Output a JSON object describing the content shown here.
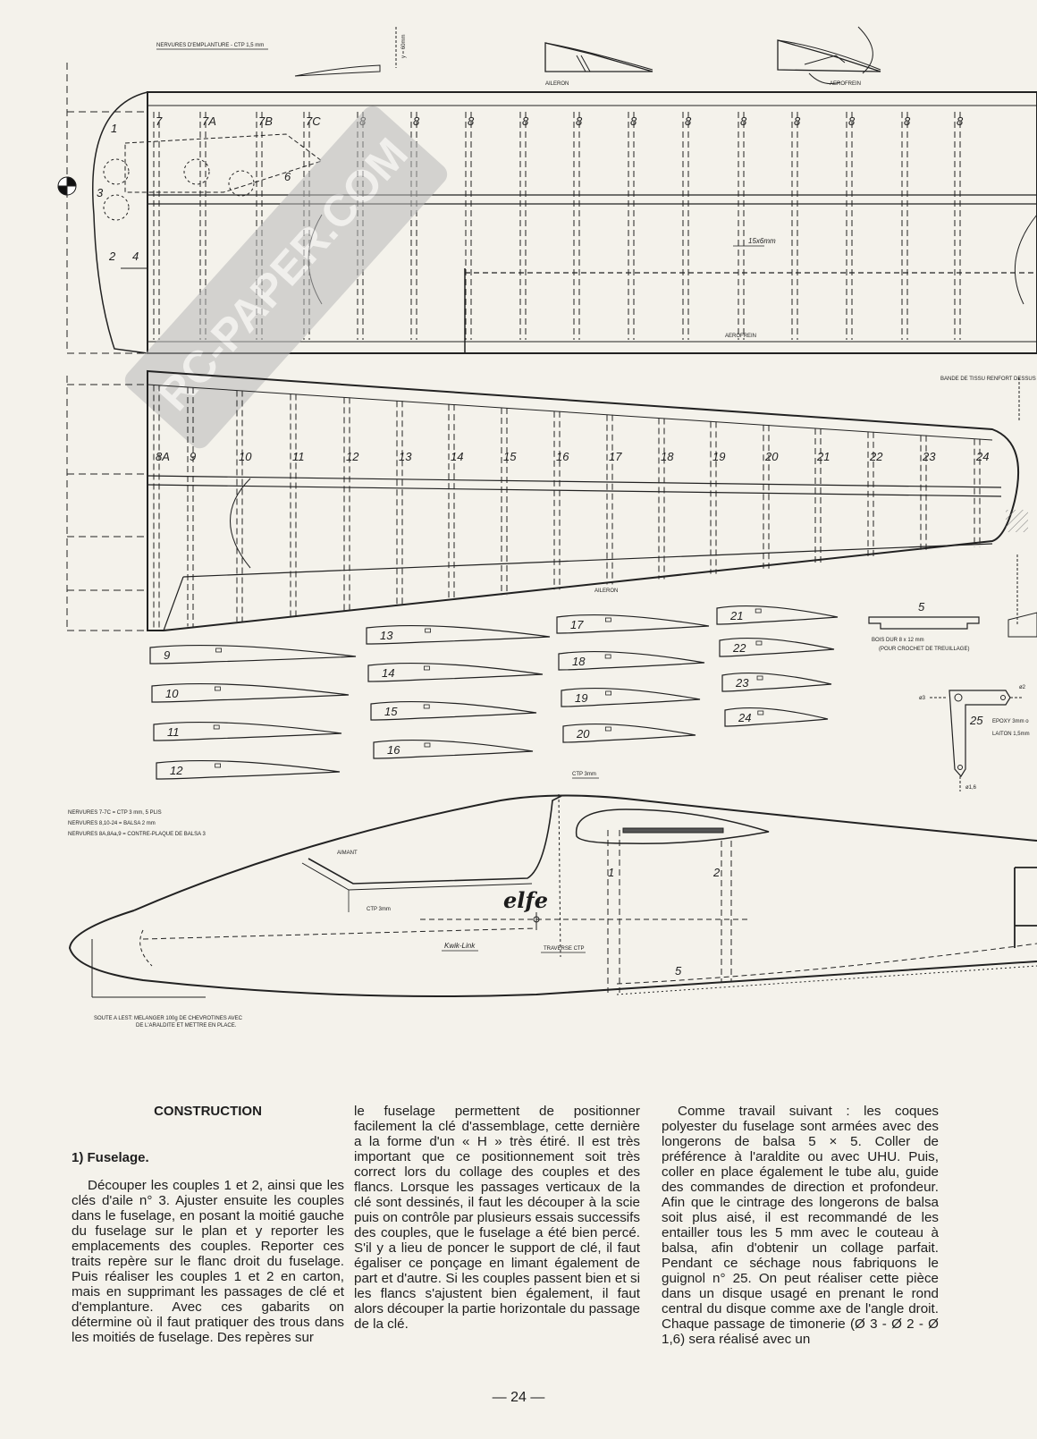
{
  "plan": {
    "root_rib_note": "NERVURES D'EMPLANTURE - CTP 1,5 mm",
    "height_note": "y = 60mm",
    "aileron_section_label": "AILERON",
    "airbrake_section_label": "AEROFREIN",
    "airbrake_label": "AEROFREIN",
    "aileron_label": "AILERON",
    "spar_note": "15x6mm",
    "tissue_note": "BANDE DE TISSU RENFORT DESSUS",
    "upper_rib_labels": [
      "7",
      "7A",
      "7B",
      "7C",
      "8",
      "8",
      "8",
      "8",
      "8",
      "8",
      "8",
      "8",
      "8",
      "8",
      "8",
      "8"
    ],
    "lower_rib_labels": [
      "8A",
      "9",
      "10",
      "11",
      "12",
      "13",
      "14",
      "15",
      "16",
      "17",
      "18",
      "19",
      "20",
      "21",
      "22",
      "23",
      "24"
    ],
    "key_labels": [
      "1",
      "3",
      "2",
      "4",
      "6"
    ],
    "rib_templates": [
      "9",
      "10",
      "11",
      "12",
      "13",
      "14",
      "15",
      "16",
      "17",
      "18",
      "19",
      "20",
      "21",
      "22",
      "23",
      "24"
    ],
    "part5_label": "5",
    "part5_note_1": "BOIS DUR 8 x 12 mm",
    "part5_note_2": "(POUR CROCHET DE TREUILLAGE)",
    "part25_label": "25",
    "part25_note_1": "EPOXY 3mm o",
    "part25_note_2": "LAITON 1,5mm",
    "dim_3": "ø3",
    "dim_2": "ø2",
    "dim_16": "ø1,6",
    "legend_1": "NERVURES 7-7C = CTP 3 mm, 5 PLIS",
    "legend_2": "NERVURES 8,10-24 = BALSA 2 mm",
    "legend_3": "NERVURES 8A,8Aa,9 = CONTRE-PLAQUE DE BALSA 3",
    "fuse_ctp_top": "CTP 3mm",
    "fuse_aimant": "AIMANT",
    "fuse_ctp_left": "CTP 3mm",
    "fuse_kwik": "Kwik-Link",
    "fuse_traverse": "TRAVERSE CTP",
    "fuse_frame_1": "1",
    "fuse_frame_2": "2",
    "fuse_part_5": "5",
    "brand_logo": "elfe",
    "ballast_note_1": "SOUTE A LEST: MELANGER 100g DE CHEVROTINES AVEC",
    "ballast_note_2": "DE L'ARALDITE ET METTRE EN PLACE.",
    "watermark": "RC-PAPER.COM"
  },
  "article": {
    "title": "CONSTRUCTION",
    "section": "1) Fuselage.",
    "col1_text": "Découper les couples 1 et 2, ainsi que les clés d'aile n° 3. Ajuster ensuite les couples dans le fuselage, en posant la moitié gauche du fuselage sur le plan et y reporter les emplacements des couples. Reporter ces traits repère sur le flanc droit du fuselage. Puis réaliser les couples 1 et 2 en carton, mais en supprimant les passages de clé et d'emplanture. Avec ces gabarits on détermine où il faut pratiquer des trous dans les moitiés de fuselage. Des repères sur",
    "col2_text": "le fuselage permettent de positionner facilement la clé d'assemblage, cette dernière a la forme d'un « H » très étiré. Il est très important que ce positionnement soit très correct lors du collage des couples et des flancs. Lorsque les passages verticaux de la clé sont dessinés, il faut les découper à la scie puis on contrôle par plusieurs essais successifs des couples, que le fuselage a été bien percé. S'il y a lieu de poncer le support de clé, il faut égaliser ce ponçage en limant également de part et d'autre. Si les couples passent bien et si les flancs s'ajustent bien également, il faut alors découper la partie horizontale du passage de la clé.",
    "col3_text": "Comme travail suivant : les coques polyester du fuselage sont armées avec des longerons de balsa 5 × 5. Coller de préférence à l'araldite ou avec UHU. Puis, coller en place également le tube alu, guide des commandes de direction et profondeur. Afin que le cintrage des longerons de balsa soit plus aisé, il est recommandé de les entailler tous les 5 mm avec le couteau à balsa, afin d'obtenir un collage parfait. Pendant ce séchage nous fabriquons le guignol n° 25. On peut réaliser cette pièce dans un disque usagé en prenant le rond central du disque comme axe de l'angle droit. Chaque passage de timonerie (Ø 3 - Ø 2 - Ø 1,6) sera réalisé avec un"
  },
  "page_number": "— 24 —"
}
